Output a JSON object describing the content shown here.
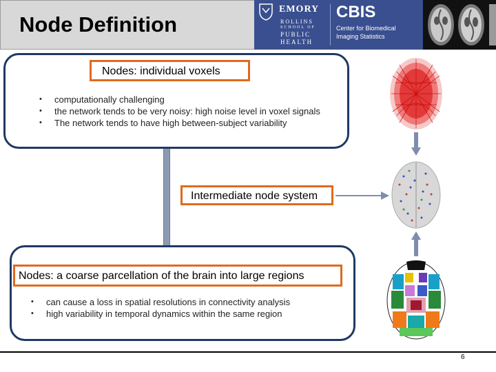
{
  "title": "Node Definition",
  "logos": {
    "emory": "EMORY",
    "rollins": "ROLLINS",
    "school_of": "SCHOOL OF",
    "public": "PUBLIC",
    "health": "HEALTH",
    "cbis": "CBIS",
    "cbis_line1": "Center for Biomedical",
    "cbis_line2": "Imaging Statistics"
  },
  "top_box": {
    "label": "Nodes: individual voxels",
    "bullets": [
      "computationally challenging",
      "the network tends to be very noisy:  high noise level in voxel signals",
      "The network tends to have high between-subject variability"
    ]
  },
  "middle_label": "Intermediate node system",
  "bottom_box": {
    "label": "Nodes: a coarse parcellation of the brain into large regions",
    "bullets": [
      "can cause a loss in spatial resolutions in connectivity analysis",
      "high variability in temporal dynamics within the same region"
    ]
  },
  "page_number": "6",
  "colors": {
    "box_border": "#1f3864",
    "label_border": "#e06a1b",
    "logo_blue": "#3a4f8f",
    "connector": "#8c9bb3"
  },
  "icons": [
    "emory-shield-icon",
    "voxel-network-brain",
    "intermediate-node-brain",
    "parcellation-brain",
    "mri-slices"
  ]
}
